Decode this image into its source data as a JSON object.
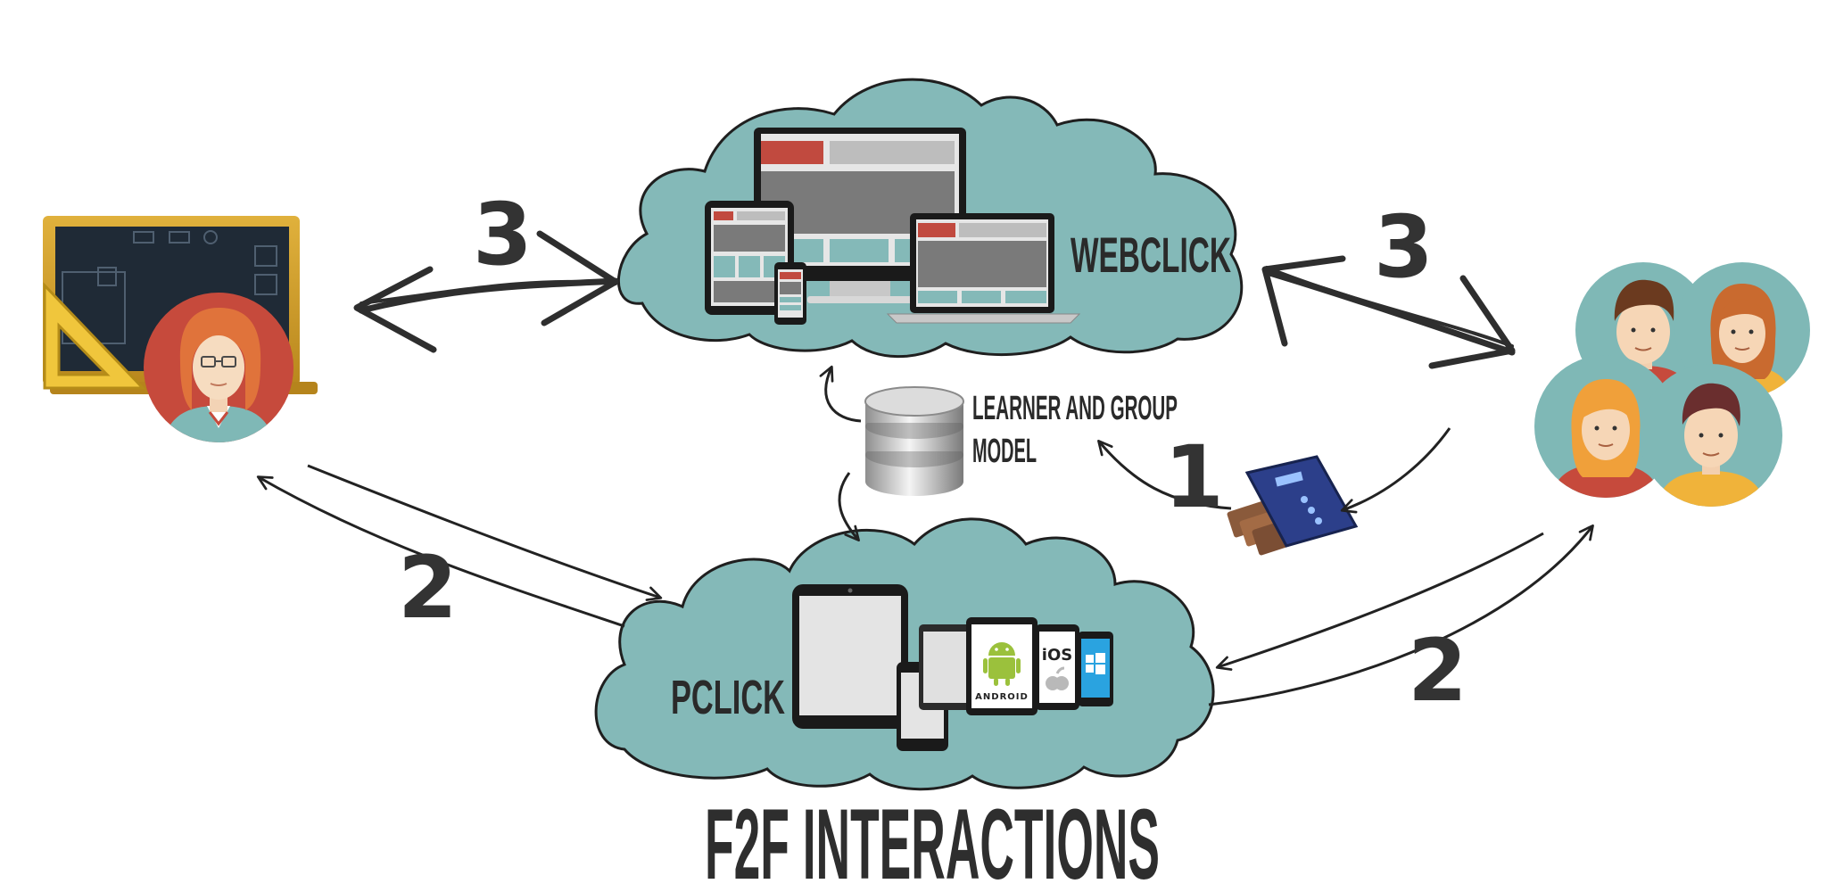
{
  "labels": {
    "webclick": "WEBCLICK",
    "pclick": "PCLICK",
    "model_line1": "LEARNER AND GROUP",
    "model_line2": "MODEL",
    "footer": "F2F INTERACTIONS"
  },
  "step_numbers": {
    "teacher_webclick": "3",
    "webclick_students": "3",
    "teacher_pclick": "2",
    "students_pclick": "2",
    "clicker_model": "1"
  },
  "device_labels": {
    "android": "ANDROID",
    "ios": "iOS"
  },
  "colors": {
    "cloud": "#84b9b8",
    "outline": "#1f1f1f",
    "ink": "#2e2e2e",
    "accent_red": "#c44a3e",
    "avatar_teal": "#7fb8b6",
    "orange_hair": "#e0733b",
    "android_green": "#9bc13c",
    "windows_blue": "#2aa3e0"
  },
  "icons": {
    "teacher": "teacher-at-blackboard-icon",
    "students": "student-group-icon",
    "database": "database-icon",
    "clicker": "clicker-remote-icon",
    "responsive_devices": "responsive-devices-icon",
    "tablets_phones": "tablets-phones-icon"
  }
}
